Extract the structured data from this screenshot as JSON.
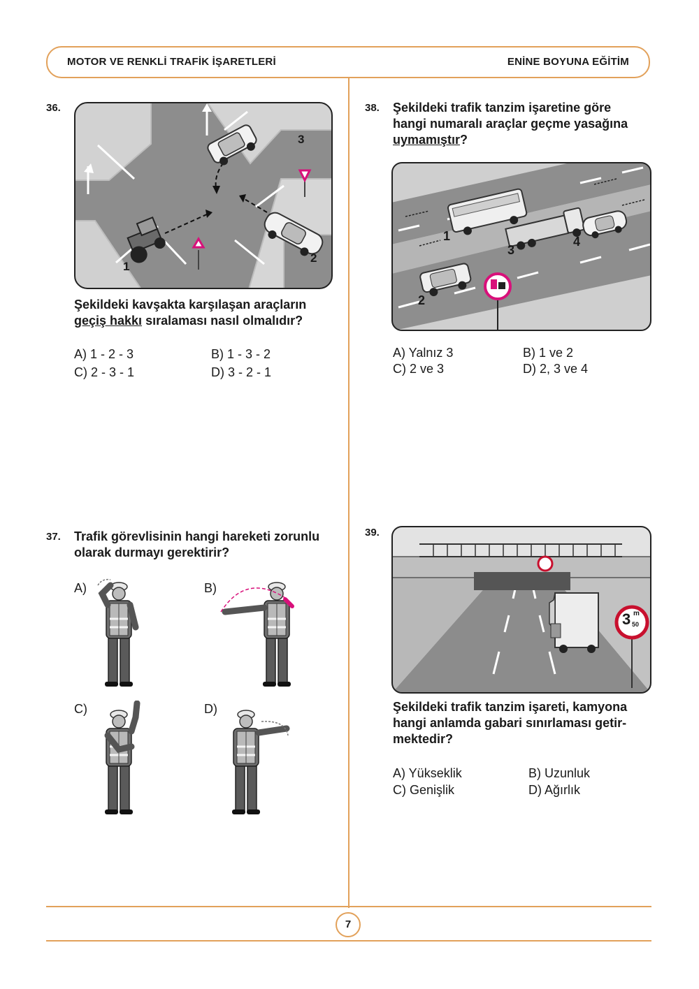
{
  "header": {
    "left_title": "MOTOR VE RENKLİ TRAFİK İŞARETLERİ",
    "right_title": "ENİNE BOYUNA EĞİTİM"
  },
  "page_number": "7",
  "questions": {
    "q36": {
      "number": "36.",
      "text_line1": "Şekildeki kavşakta karşılaşan araçların",
      "text_line2_underlined": "geçiş hakkı",
      "text_line2_rest": " sıralaması nasıl olmalıdır?",
      "vehicle_labels": [
        "1",
        "2",
        "3"
      ],
      "options": {
        "a": "A) 1 - 2 - 3",
        "b": "B) 1 - 3 - 2",
        "c": "C) 2 - 3 - 1",
        "d": "D) 3 - 2 - 1"
      }
    },
    "q37": {
      "number": "37.",
      "text_line1": "Trafik görevlisinin hangi hareketi zorunlu",
      "text_line2": "olarak durmayı gerektirir?",
      "figure_labels": {
        "a": "A)",
        "b": "B)",
        "c": "C)",
        "d": "D)"
      }
    },
    "q38": {
      "number": "38.",
      "text_line1": "Şekildeki trafik tanzim işaretine göre",
      "text_line2": "hangi numaralı araçlar geçme yasağına",
      "text_line3_underlined": "uymamıştır",
      "text_line3_rest": "?",
      "vehicle_labels": [
        "1",
        "2",
        "3",
        "4"
      ],
      "options": {
        "a": "A) Yalnız 3",
        "b": "B) 1 ve 2",
        "c": "C) 2 ve 3",
        "d": "D) 2, 3 ve 4"
      }
    },
    "q39": {
      "number": "39.",
      "text_line1": "Şekildeki trafik tanzim işareti, kamyona",
      "text_line2": "hangi anlamda gabari sınırlaması getir-",
      "text_line3": "mektedir?",
      "sign": {
        "main": "3",
        "unit": "m",
        "sub": "50"
      },
      "options": {
        "a": "A) Yükseklik",
        "b": "B) Uzunluk",
        "c": "C) Genişlik",
        "d": "D) Ağırlık"
      }
    }
  },
  "colors": {
    "accent": "#e2a15a",
    "sign_magenta": "#d8107a",
    "sign_red": "#c8102e",
    "road_gray": "#8e8e8e"
  }
}
